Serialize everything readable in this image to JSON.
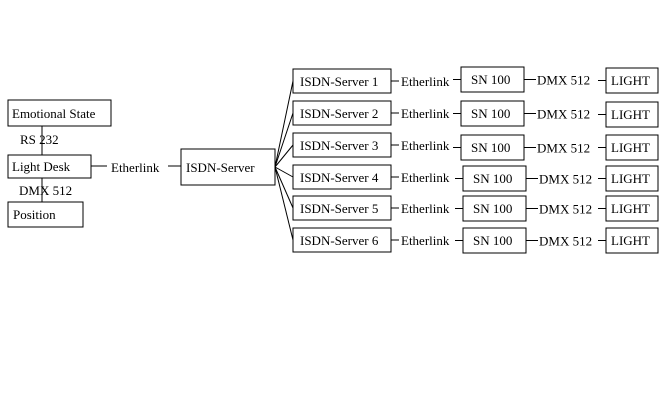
{
  "left_chain": {
    "emotional_state": "Emotional State",
    "rs232": "RS 232",
    "light_desk": "Light Desk",
    "dmx512": "DMX 512",
    "position": "Position",
    "etherlink": "Etherlink"
  },
  "center": {
    "isdn_server": "ISDN-Server"
  },
  "branches": [
    {
      "server": "ISDN-Server 1",
      "link": "Etherlink",
      "node": "SN 100",
      "dmx": "DMX 512",
      "light": "LIGHT"
    },
    {
      "server": "ISDN-Server 2",
      "link": "Etherlink",
      "node": "SN 100",
      "dmx": "DMX 512",
      "light": "LIGHT"
    },
    {
      "server": "ISDN-Server 3",
      "link": "Etherlink",
      "node": "SN 100",
      "dmx": "DMX 512",
      "light": "LIGHT"
    },
    {
      "server": "ISDN-Server 4",
      "link": "Etherlink",
      "node": "SN 100",
      "dmx": "DMX 512",
      "light": "LIGHT"
    },
    {
      "server": "ISDN-Server 5",
      "link": "Etherlink",
      "node": "SN 100",
      "dmx": "DMX 512",
      "light": "LIGHT"
    },
    {
      "server": "ISDN-Server 6",
      "link": "Etherlink",
      "node": "SN 100",
      "dmx": "DMX 512",
      "light": "LIGHT"
    }
  ]
}
